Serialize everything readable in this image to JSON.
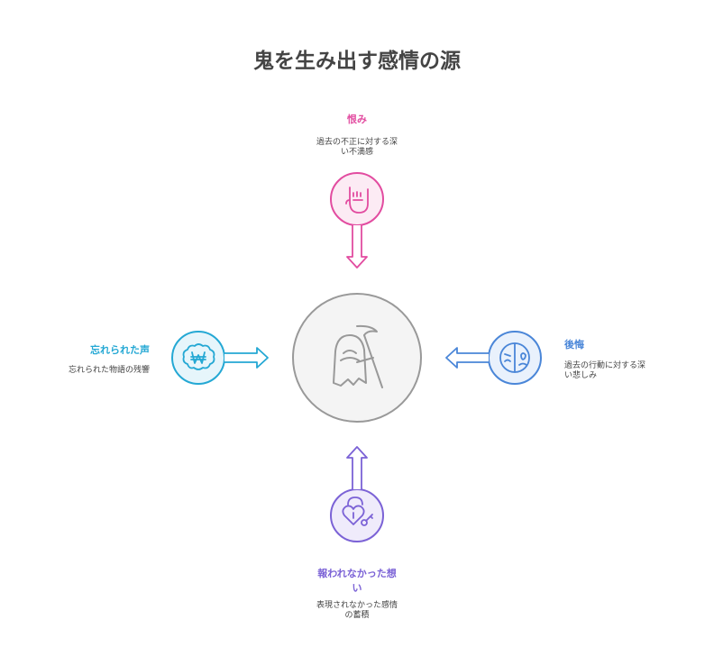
{
  "title": "鬼を生み出す感情の源",
  "center": {
    "icon": "grim-reaper-icon"
  },
  "nodes": {
    "top": {
      "title": "恨み",
      "description_lines": [
        "過去の不正に対する深",
        "い不満感"
      ],
      "color": "#e24ca0",
      "icon": "rock-hand-icon"
    },
    "right": {
      "title": "後悔",
      "description_lines": [
        "過去の行動に対する深",
        "い悲しみ"
      ],
      "color": "#4a86d8",
      "icon": "sad-mask-icon"
    },
    "bottom": {
      "title_lines": [
        "報われなかった想",
        "い"
      ],
      "description_lines": [
        "表現されなかった感情",
        "の蓄積"
      ],
      "color": "#7b62d6",
      "icon": "heart-lock-key-icon"
    },
    "left": {
      "title": "忘れられた声",
      "description": "忘れられた物語の残響",
      "color": "#24a8d4",
      "icon": "cloud-won-icon"
    }
  }
}
